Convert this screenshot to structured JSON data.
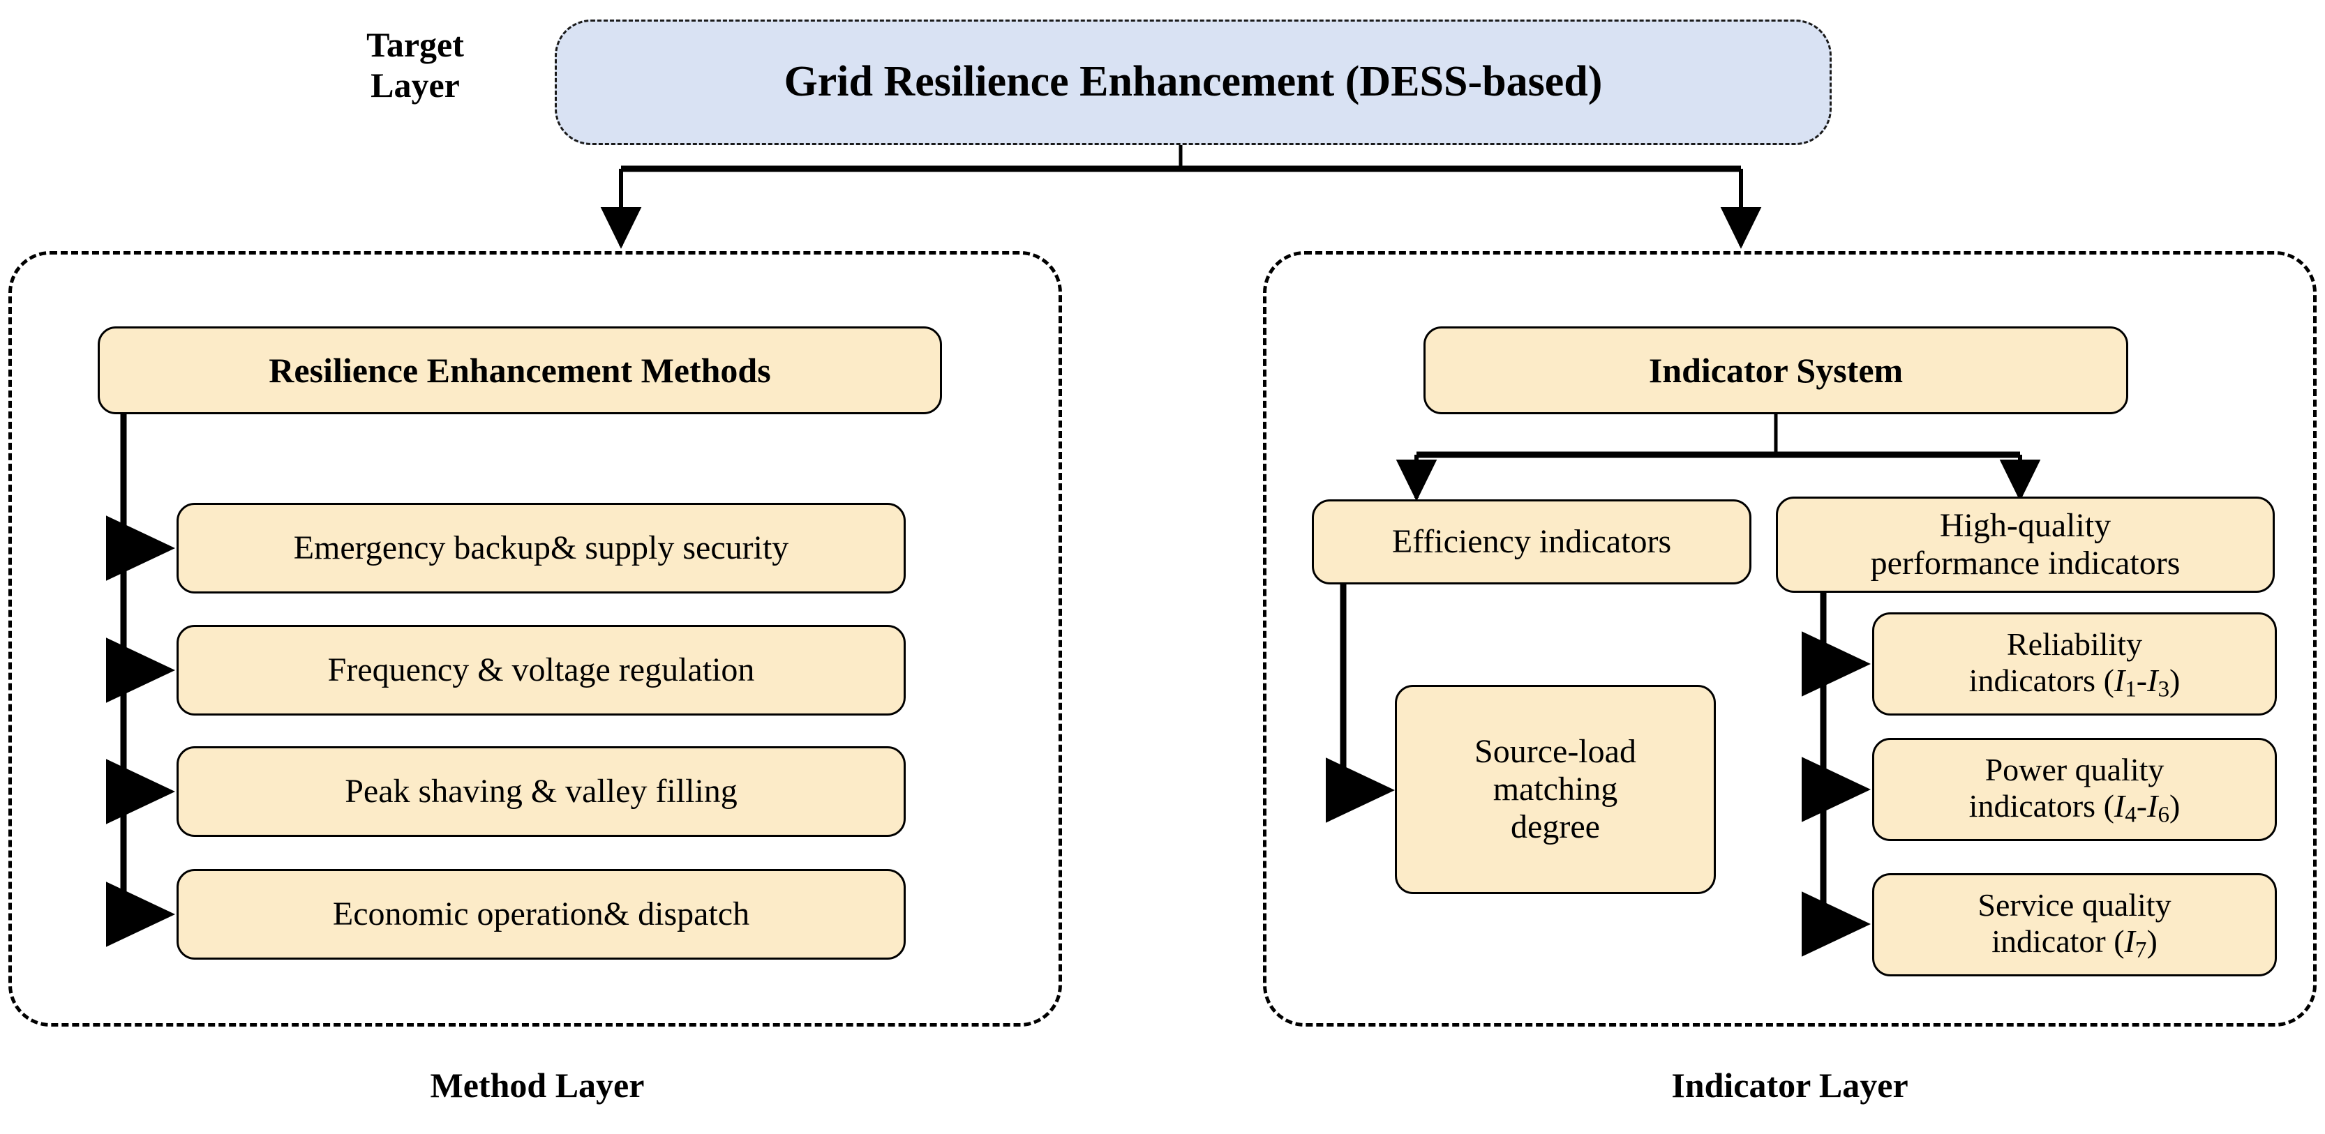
{
  "diagram": {
    "title": "Grid Resilience Enhancement (DESS-based) hierarchy",
    "type": "hierarchy-tree"
  },
  "layers": {
    "target_label": "Target\nLayer",
    "target_label_line1": "Target",
    "target_label_line2": "Layer",
    "method_label": "Method Layer",
    "indicator_label": "Indicator Layer"
  },
  "target": {
    "text": "Grid Resilience Enhancement (DESS-based)",
    "fill": "#D9E2F3",
    "border": "#1a1a1a",
    "border_style": "dashed"
  },
  "method_panel": {
    "header": "Resilience Enhancement Methods",
    "items": [
      {
        "label": "Emergency backup& supply security"
      },
      {
        "label": "Frequency & voltage regulation"
      },
      {
        "label": "Peak shaving & valley filling"
      },
      {
        "label": "Economic operation& dispatch"
      }
    ]
  },
  "indicator_panel": {
    "header": "Indicator System",
    "efficiency": {
      "label": "Efficiency indicators",
      "child": {
        "line1": "Source-load",
        "line2": "matching",
        "line3": "degree"
      }
    },
    "high_quality": {
      "line1": "High-quality",
      "line2": "performance indicators",
      "children": [
        {
          "line1": "Reliability",
          "line2_pre": "indicators (",
          "sym1": "I",
          "sub1": "1",
          "dash": "-",
          "sym2": "I",
          "sub2": "3",
          "line2_post": ")"
        },
        {
          "line1": "Power quality",
          "line2_pre": "indicators (",
          "sym1": "I",
          "sub1": "4",
          "dash": "-",
          "sym2": "I",
          "sub2": "6",
          "line2_post": ")"
        },
        {
          "line1": "Service quality",
          "line2_pre": "indicator (",
          "sym1": "I",
          "sub1": "7",
          "dash": "",
          "sym2": "",
          "sub2": "",
          "line2_post": ")"
        }
      ]
    }
  },
  "colors": {
    "box_fill": "#FCEBC8",
    "box_border": "#000000",
    "target_fill": "#D9E2F3",
    "connector": "#000000"
  }
}
